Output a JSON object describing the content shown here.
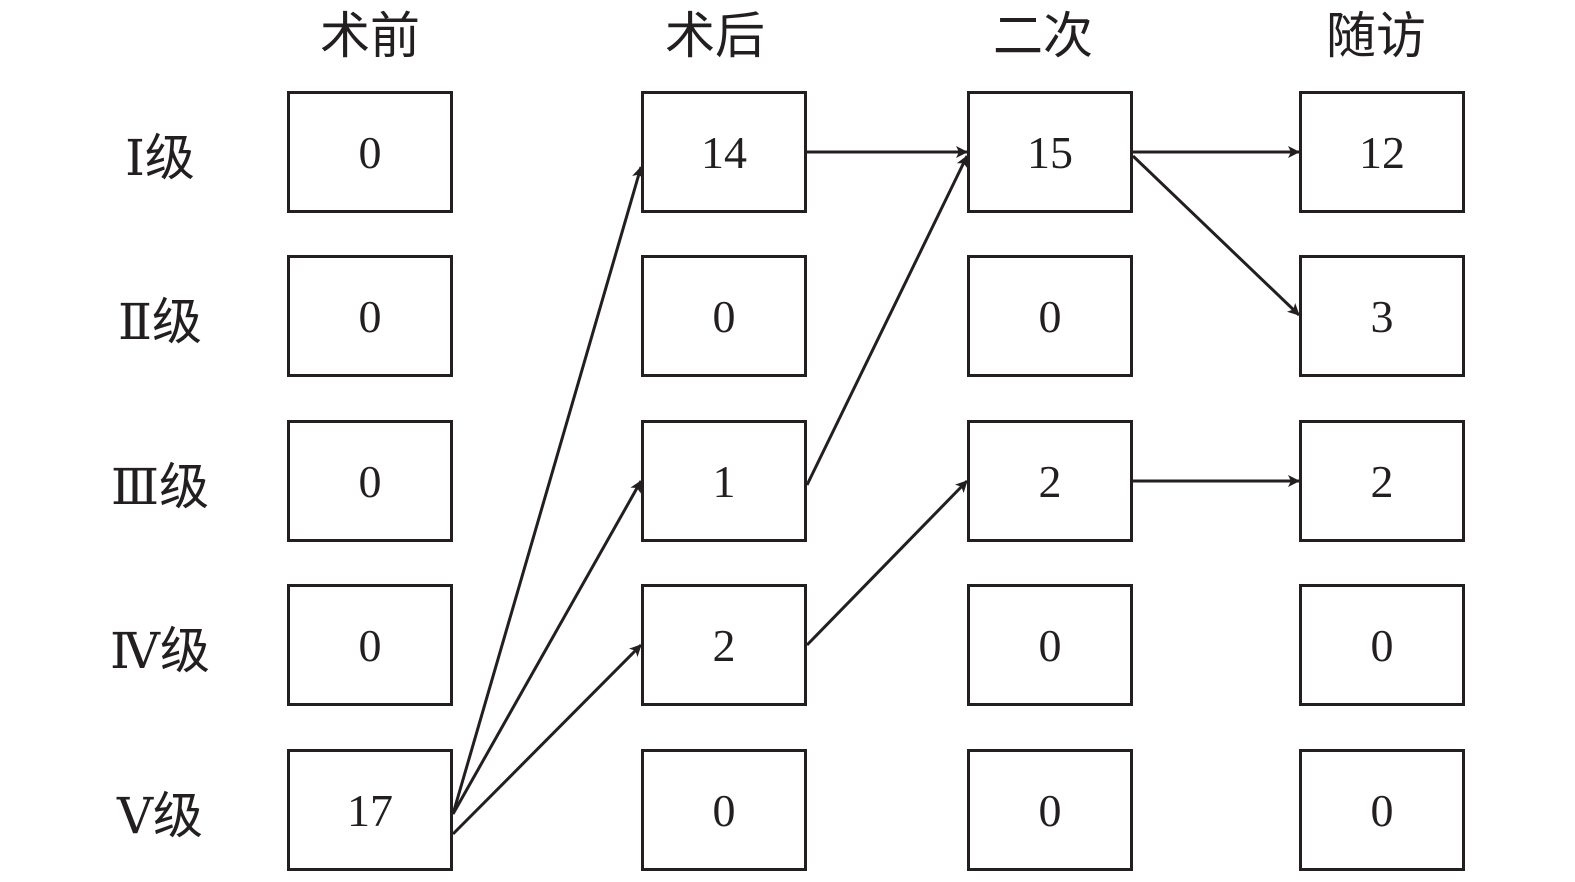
{
  "columns": [
    "术前",
    "术后",
    "二次",
    "随访"
  ],
  "rows": [
    "Ⅰ级",
    "Ⅱ级",
    "Ⅲ级",
    "Ⅳ级",
    "Ⅴ级"
  ],
  "cells": [
    [
      "0",
      "0",
      "0",
      "0",
      "17"
    ],
    [
      "14",
      "0",
      "1",
      "2",
      "0"
    ],
    [
      "15",
      "0",
      "2",
      "0",
      "0"
    ],
    [
      "12",
      "3",
      "2",
      "0",
      "0"
    ]
  ],
  "transitions": [
    {
      "from_column": 0,
      "from_row": 4,
      "to_column": 1,
      "to_row": 0
    },
    {
      "from_column": 0,
      "from_row": 4,
      "to_column": 1,
      "to_row": 2
    },
    {
      "from_column": 0,
      "from_row": 4,
      "to_column": 1,
      "to_row": 3
    },
    {
      "from_column": 1,
      "from_row": 0,
      "to_column": 2,
      "to_row": 0
    },
    {
      "from_column": 1,
      "from_row": 2,
      "to_column": 2,
      "to_row": 0
    },
    {
      "from_column": 1,
      "from_row": 3,
      "to_column": 2,
      "to_row": 2
    },
    {
      "from_column": 2,
      "from_row": 0,
      "to_column": 3,
      "to_row": 0
    },
    {
      "from_column": 2,
      "from_row": 0,
      "to_column": 3,
      "to_row": 1
    },
    {
      "from_column": 2,
      "from_row": 2,
      "to_column": 3,
      "to_row": 2
    }
  ],
  "colors": {
    "line": "#231f20",
    "box_fill": "#ffffff"
  }
}
